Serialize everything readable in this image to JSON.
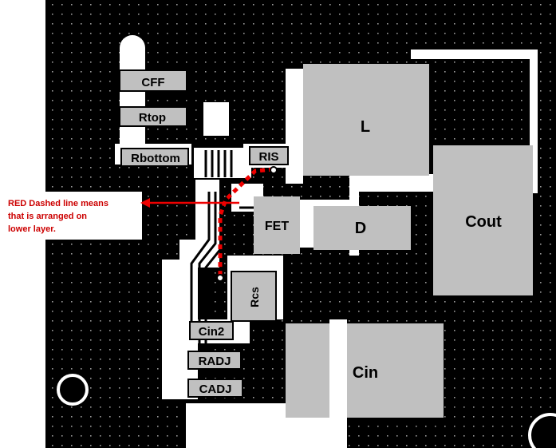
{
  "note": {
    "lines": [
      "RED Dashed line means",
      "that is arranged on",
      "lower layer."
    ]
  },
  "components": {
    "cff": "CFF",
    "rtop": "Rtop",
    "rbottom": "Rbottom",
    "ris": "RIS",
    "inductor": "L",
    "cout": "Cout",
    "fet": "FET",
    "diode": "D",
    "rcs": "Rcs",
    "cin2": "Cin2",
    "radj": "RADJ",
    "cadj": "CADJ",
    "cin": "Cin"
  },
  "colors": {
    "board": "#000000",
    "copper": "#ffffff",
    "pad": "#c0c0c0",
    "note_text": "#cc0000",
    "lower_layer_trace": "#ee0000"
  }
}
